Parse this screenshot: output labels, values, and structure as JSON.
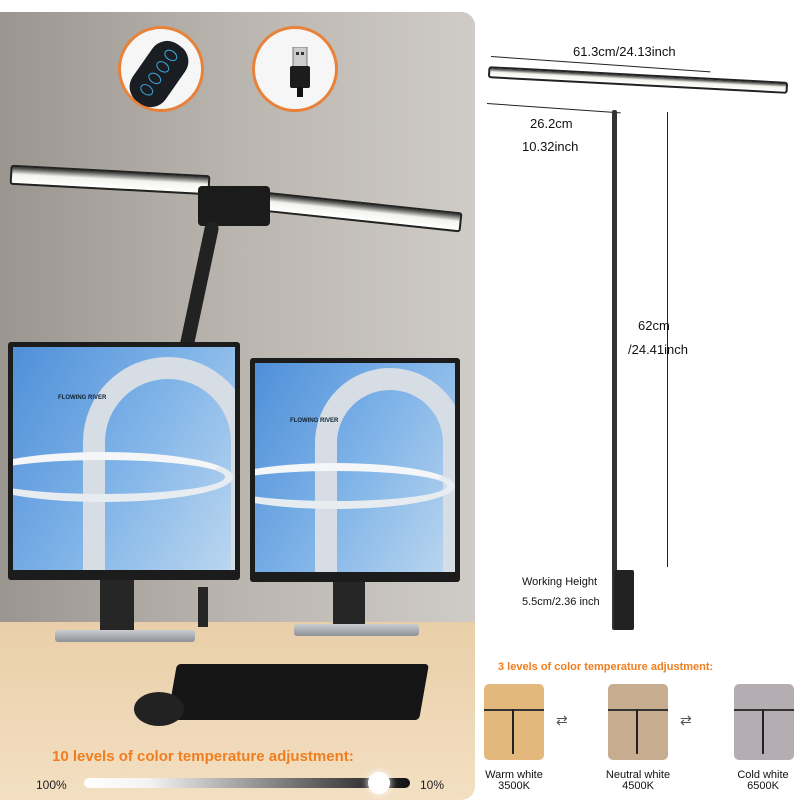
{
  "left_panel": {
    "insets": [
      {
        "icon": "remote-control-icon"
      },
      {
        "icon": "usb-plug-icon"
      }
    ],
    "screen_text": "FLOWING RIVER",
    "brightness": {
      "title": "10 levels of color temperature adjustment:",
      "min_label": "100%",
      "max_label": "10%"
    }
  },
  "dimensions": {
    "total_width": "61.3cm/24.13inch",
    "arm_width_cm": "26.2cm",
    "arm_width_in": "10.32inch",
    "height_cm": "62cm",
    "height_in": "/24.41inch",
    "working_height_label": "Working Height",
    "working_height_value": "5.5cm/2.36 inch"
  },
  "color_temps": {
    "title": "3 levels of color temperature adjustment:",
    "levels": [
      {
        "name": "Warm white",
        "kelvin": "3500K",
        "color": "#e2b87c"
      },
      {
        "name": "Neutral white",
        "kelvin": "4500K",
        "color": "#c8ac90"
      },
      {
        "name": "Cold white",
        "kelvin": "6500K",
        "color": "#b4aeb2"
      }
    ],
    "arrow": "⇄"
  }
}
